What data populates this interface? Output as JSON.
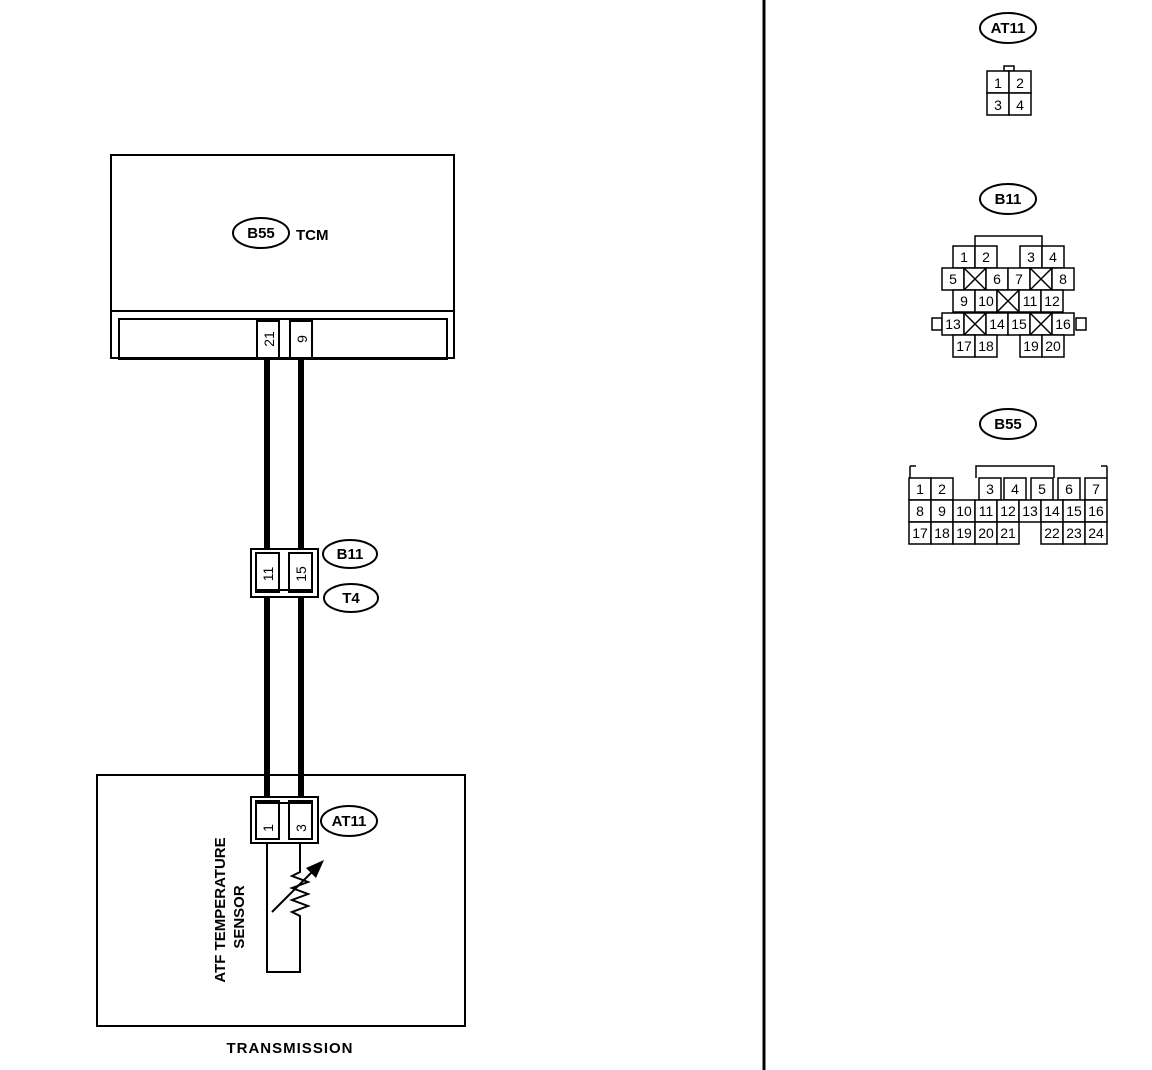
{
  "tcm": {
    "connector": "B55",
    "name": "TCM",
    "pins": [
      "21",
      "9"
    ]
  },
  "junction": {
    "connector_upper": "B11",
    "connector_lower": "T4",
    "pins": [
      "11",
      "15"
    ]
  },
  "sensor": {
    "connector": "AT11",
    "pins": [
      "1",
      "3"
    ],
    "label_line1": "ATF TEMPERATURE",
    "label_line2": "SENSOR"
  },
  "transmission_label": "TRANSMISSION",
  "connectors": {
    "at11": {
      "label": "AT11",
      "pins": [
        "1",
        "2",
        "3",
        "4"
      ]
    },
    "b11": {
      "label": "B11",
      "pins": [
        "1",
        "2",
        "3",
        "4",
        "5",
        "6",
        "7",
        "8",
        "9",
        "10",
        "11",
        "12",
        "13",
        "14",
        "15",
        "16",
        "17",
        "18",
        "19",
        "20"
      ]
    },
    "b55": {
      "label": "B55",
      "pins": [
        "1",
        "2",
        "3",
        "4",
        "5",
        "6",
        "7",
        "8",
        "9",
        "10",
        "11",
        "12",
        "13",
        "14",
        "15",
        "16",
        "17",
        "18",
        "19",
        "20",
        "21",
        "22",
        "23",
        "24"
      ]
    }
  }
}
